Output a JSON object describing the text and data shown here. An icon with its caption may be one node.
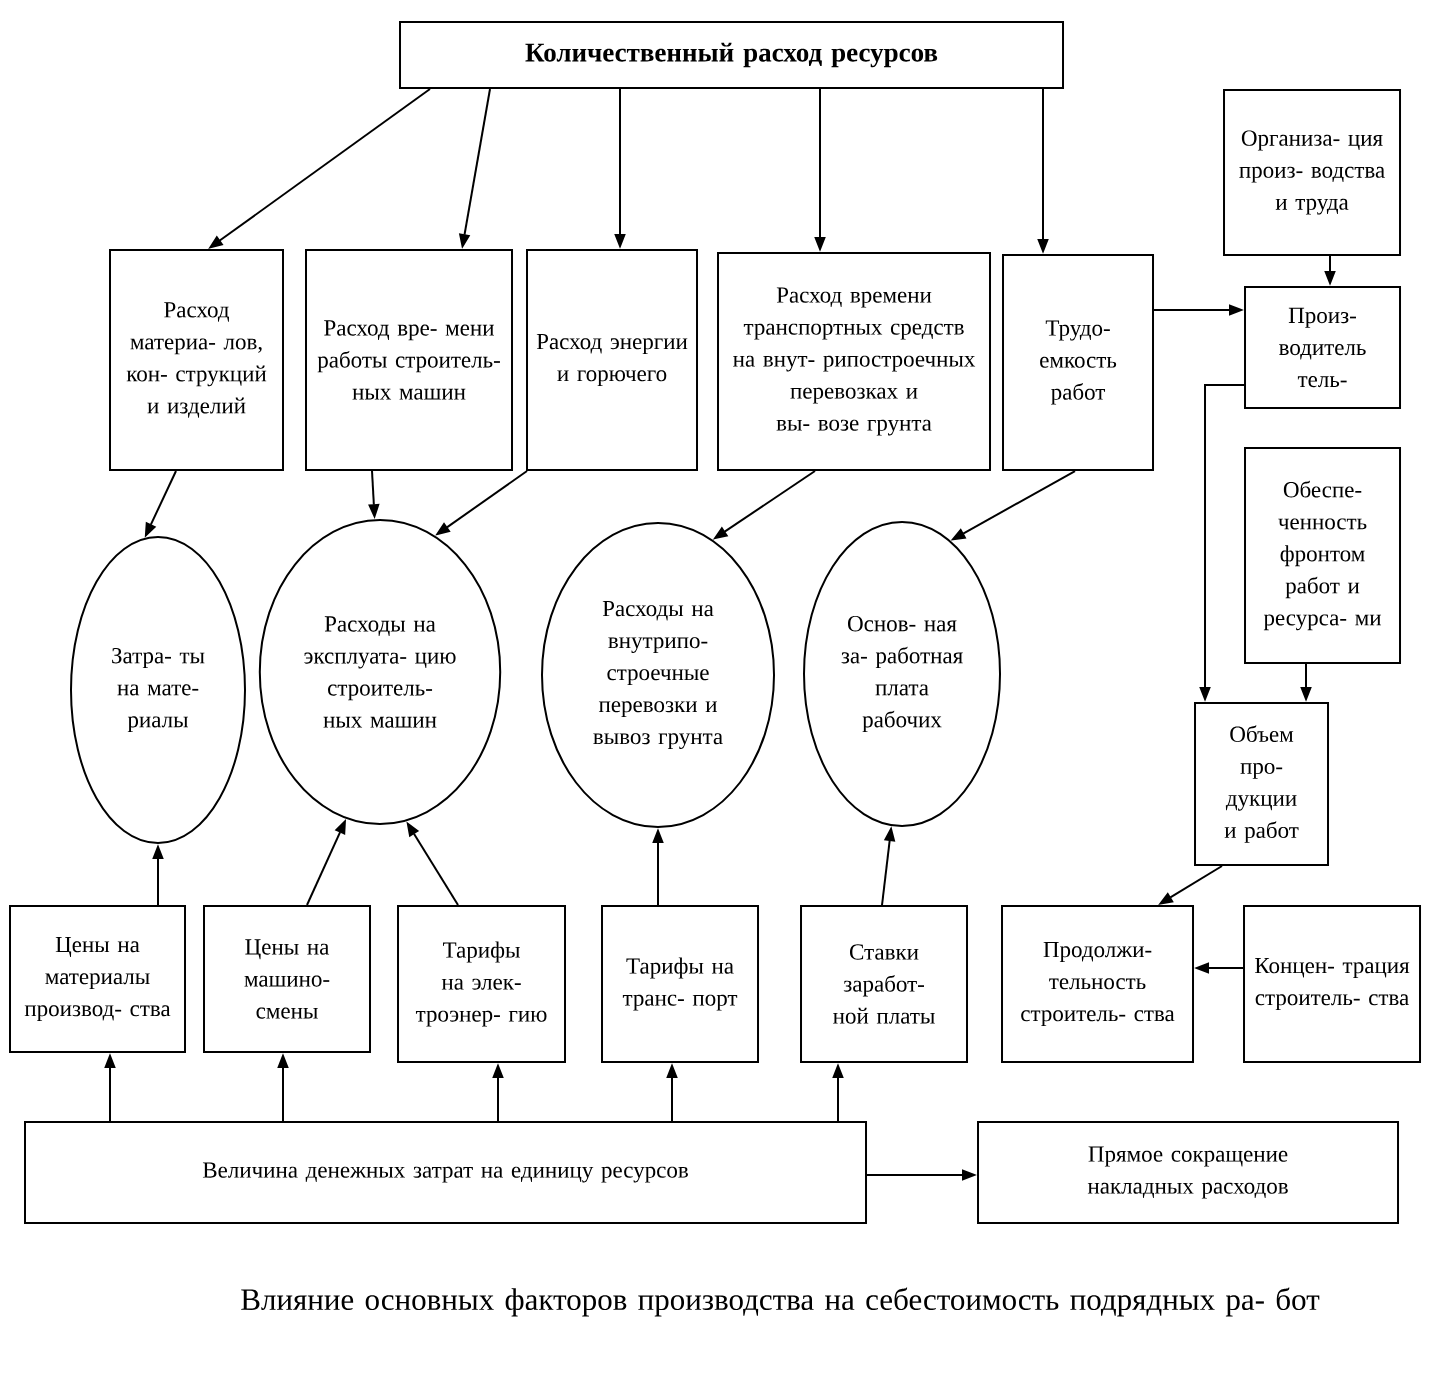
{
  "diagram": {
    "caption": "Влияние основных факторов производства на себестоимость подрядных ра- бот",
    "nodes": [
      {
        "text": [
          "Количественный расход ресурсов"
        ]
      },
      {
        "text": [
          "Расход материа- лов, кон- струкций и изделий"
        ]
      },
      {
        "text": [
          "Расход вре- мени работы строитель- ных машин"
        ]
      },
      {
        "text": [
          "Расход энергии и горючего"
        ]
      },
      {
        "text": [
          "Расход времени транспортных средств на внут- рипостроечных перевозках и вы- возе грунта"
        ]
      },
      {
        "text": [
          "Трудо- емкость работ"
        ]
      },
      {
        "text": [
          "Организа- ция произ- водства и труда"
        ]
      },
      {
        "text": [
          "Произ- водитель тель-"
        ]
      },
      {
        "text": [
          "Обеспе- ченность фронтом работ и ресурса- ми"
        ]
      },
      {
        "text": [
          "Затра- ты на мате- риалы"
        ]
      },
      {
        "text": [
          "Расходы на эксплуата- цию строитель- ных машин"
        ]
      },
      {
        "text": [
          "Расходы на внутрипо- строечные перевозки и вывоз грунта"
        ]
      },
      {
        "text": [
          "Основ- ная за- работная плата рабочих"
        ]
      },
      {
        "text": [
          "Объем про- дукции и работ"
        ]
      },
      {
        "text": [
          "Цены на материалы производ- ства"
        ]
      },
      {
        "text": [
          "Цены на машино- смены"
        ]
      },
      {
        "text": [
          "Тарифы на элек- троэнер- гию"
        ]
      },
      {
        "text": [
          "Тарифы на транс- порт"
        ]
      },
      {
        "text": [
          "Ставки заработ- ной платы"
        ]
      },
      {
        "text": [
          "Продолжи- тельность строитель- ства"
        ]
      },
      {
        "text": [
          "Концен- трация строитель- ства"
        ]
      },
      {
        "text": [
          "Величина денежных затрат на единицу ресурсов"
        ]
      },
      {
        "text": [
          "Прямое сокращение накладных расходов"
        ]
      }
    ],
    "edges": [
      {
        "from": 0,
        "to": 1,
        "arrow": "to"
      },
      {
        "from": 0,
        "to": 2,
        "arrow": "to"
      },
      {
        "from": 0,
        "to": 3,
        "arrow": "to"
      },
      {
        "from": 0,
        "to": 4,
        "arrow": "to"
      },
      {
        "from": 0,
        "to": 5,
        "arrow": "to"
      },
      {
        "from": 6,
        "to": 7,
        "arrow": "to"
      },
      {
        "from": 5,
        "to": 7,
        "arrow": "to"
      },
      {
        "from": 7,
        "to": 13,
        "arrow": "to"
      },
      {
        "from": 8,
        "to": 13,
        "arrow": "to"
      },
      {
        "from": 1,
        "to": 9,
        "arrow": "to"
      },
      {
        "from": 2,
        "to": 10,
        "arrow": "to"
      },
      {
        "from": 3,
        "to": 10,
        "arrow": "to"
      },
      {
        "from": 4,
        "to": 11,
        "arrow": "to"
      },
      {
        "from": 5,
        "to": 12,
        "arrow": "to"
      },
      {
        "from": 14,
        "to": 9,
        "arrow": "to"
      },
      {
        "from": 15,
        "to": 10,
        "arrow": "to"
      },
      {
        "from": 16,
        "to": 10,
        "arrow": "to"
      },
      {
        "from": 17,
        "to": 11,
        "arrow": "to"
      },
      {
        "from": 18,
        "to": 12,
        "arrow": "to"
      },
      {
        "from": 13,
        "to": 19,
        "arrow": "to"
      },
      {
        "from": 20,
        "to": 19,
        "arrow": "to"
      },
      {
        "from": 21,
        "to": 14,
        "arrow": "to"
      },
      {
        "from": 21,
        "to": 15,
        "arrow": "to"
      },
      {
        "from": 21,
        "to": 16,
        "arrow": "to"
      },
      {
        "from": 21,
        "to": 17,
        "arrow": "to"
      },
      {
        "from": 21,
        "to": 18,
        "arrow": "to"
      },
      {
        "from": 21,
        "to": 22,
        "arrow": "to"
      }
    ]
  }
}
